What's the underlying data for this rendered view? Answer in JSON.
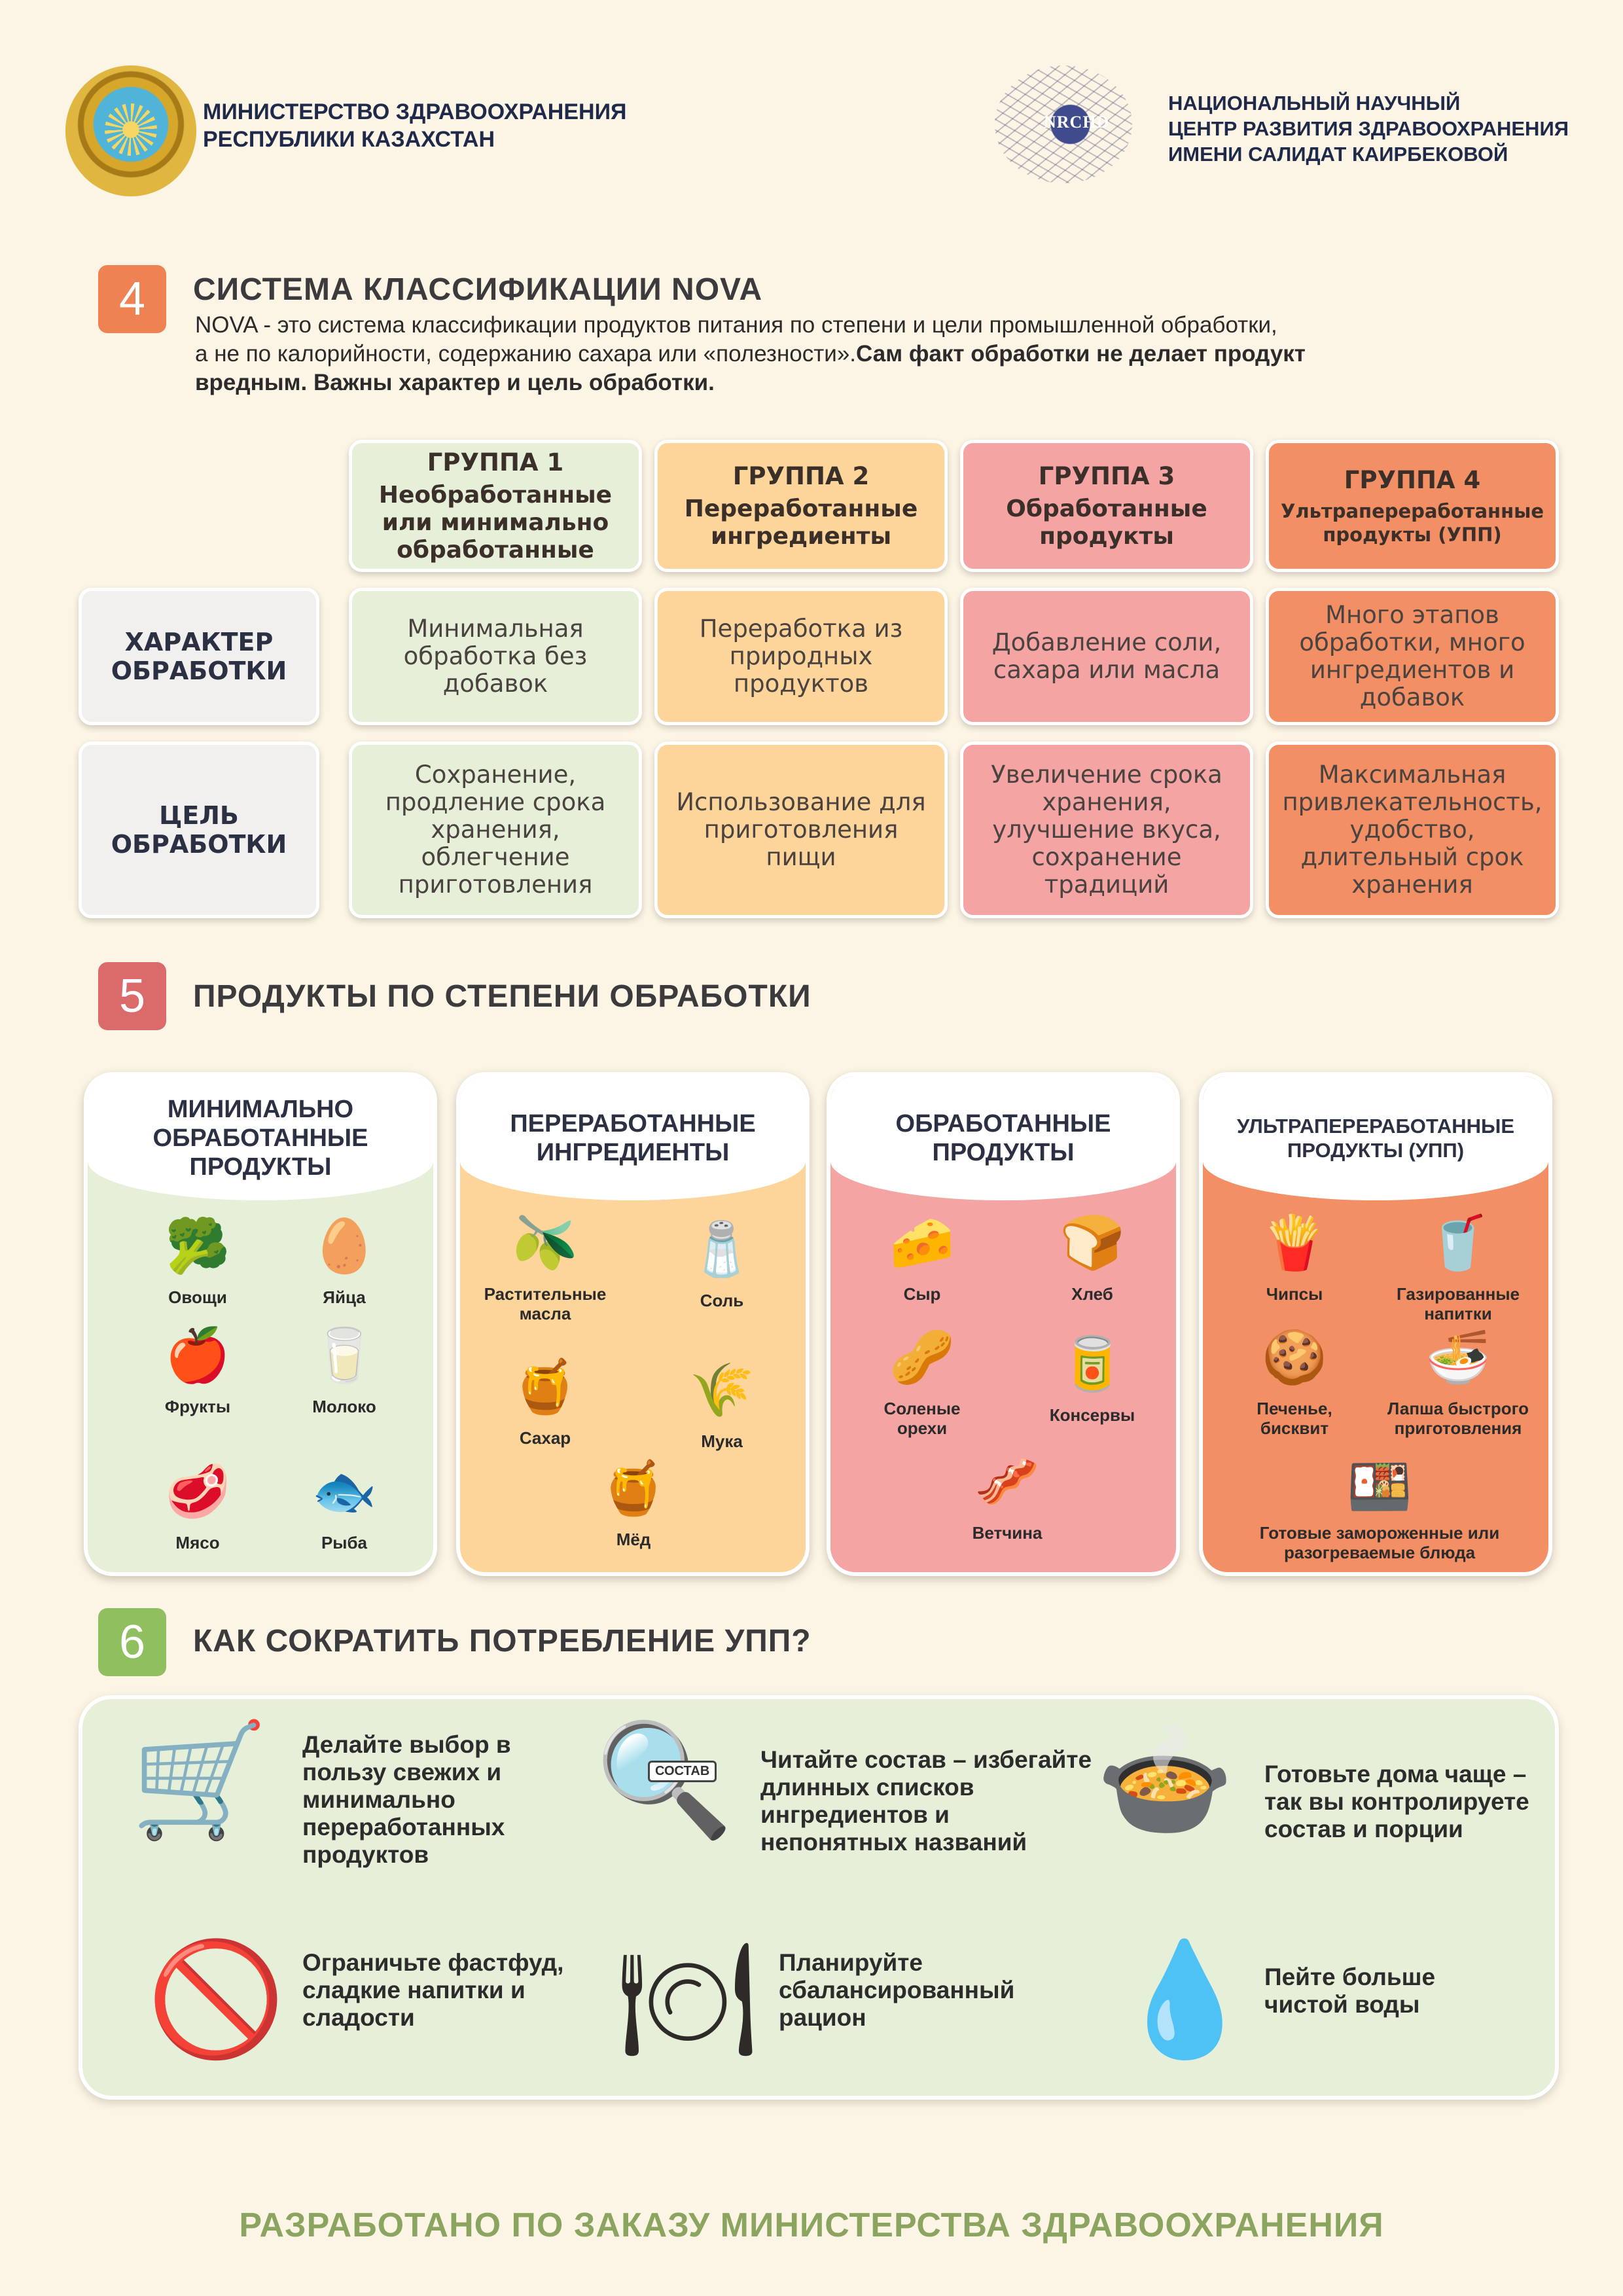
{
  "header": {
    "ministry": [
      "МИНИСТЕРСТВО ЗДРАВООХРАНЕНИЯ",
      "РЕСПУБЛИКИ КАЗАХСТАН"
    ],
    "center_logo": "NRCHD",
    "center": [
      "НАЦИОНАЛЬНЫЙ НАУЧНЫЙ",
      "ЦЕНТР РАЗВИТИЯ ЗДРАВООХРАНЕНИЯ",
      "ИМЕНИ САЛИДАТ КАИРБЕКОВОЙ"
    ]
  },
  "section4": {
    "num": "4",
    "title": "СИСТЕМА КЛАССИФИКАЦИИ NOVA",
    "intro_lines": [
      "NOVA - это система классификации продуктов питания по степени и цели промышленной обработки,",
      "а не по калорийности, содержанию сахара или «полезности»."
    ],
    "intro_bold": [
      "Сам факт обработки не делает продукт",
      "вредным. Важны характер и цель обработки."
    ],
    "rows": [
      "ХАРАКТЕР ОБРАБОТКИ",
      "ЦЕЛЬ ОБРАБОТКИ"
    ],
    "groups": [
      {
        "label": "ГРУППА 1",
        "name": "Необработанные или минимально обработанные",
        "character": "Минимальная обработка без добавок",
        "purpose": "Сохранение, продление срока хранения, облегчение приготовления"
      },
      {
        "label": "ГРУППА 2",
        "name": "Переработанные ингредиенты",
        "character": "Переработка из природных продуктов",
        "purpose": "Использование для приготовления пищи"
      },
      {
        "label": "ГРУППА 3",
        "name": "Обработанные продукты",
        "character": "Добавление соли, сахара или масла",
        "purpose": "Увеличение срока хранения, улучшение вкуса, сохранение традиций"
      },
      {
        "label": "ГРУППА 4",
        "name": "Ультрапереработанные продукты (УПП)",
        "character": "Много этапов обработки, много ингредиентов и добавок",
        "purpose": "Максимальная привлекательность, удобство, длительный срок хранения"
      }
    ]
  },
  "section5": {
    "num": "5",
    "title": "ПРОДУКТЫ ПО СТЕПЕНИ ОБРАБОТКИ",
    "cards": [
      {
        "title": "МИНИМАЛЬНО ОБРАБОТАННЫЕ ПРОДУКТЫ",
        "items": [
          "Овощи",
          "Яйца",
          "Фрукты",
          "Молоко",
          "Мясо",
          "Рыба"
        ]
      },
      {
        "title": "ПЕРЕРАБОТАННЫЕ ИНГРЕДИЕНТЫ",
        "items": [
          "Растительные масла",
          "Соль",
          "Сахар",
          "Мука",
          "Мёд"
        ]
      },
      {
        "title": "ОБРАБОТАННЫЕ ПРОДУКТЫ",
        "items": [
          "Сыр",
          "Хлеб",
          "Соленые орехи",
          "Консервы",
          "Ветчина"
        ]
      },
      {
        "title": "УЛЬТРАПЕРЕРАБОТАННЫЕ ПРОДУКТЫ (УПП)",
        "items": [
          "Чипсы",
          "Газированные напитки",
          "Печенье, бисквит",
          "Лапша быстрого приготовления",
          "Готовые замороженные или разогреваемые блюда"
        ]
      }
    ],
    "icons": {
      "c1": [
        "🥦",
        "🥚",
        "🍎",
        "🥛",
        "🥩",
        "🐟"
      ],
      "c2": [
        "🫒",
        "🧂",
        "🍯",
        "🌾",
        "🍯"
      ],
      "c3": [
        "🧀",
        "🍞",
        "🥜",
        "🥫",
        "🥓"
      ],
      "c4": [
        "🍟",
        "🥤",
        "🍪",
        "🍜",
        "🍱"
      ]
    }
  },
  "section6": {
    "num": "6",
    "title": "КАК СОКРАТИТЬ ПОТРЕБЛЕНИЕ УПП?",
    "tips": [
      {
        "icon": "🛒",
        "text": "Делайте выбор в пользу свежих и минимально переработанных продуктов"
      },
      {
        "icon": "🔍",
        "text": "Читайте состав – избегайте длинных списков ингредиентов и непонятных названий",
        "badge": "СОСТАВ"
      },
      {
        "icon": "🍲",
        "text": "Готовьте дома чаще – так вы контролируете состав и порции"
      },
      {
        "icon": "🚫",
        "text": "Ограничьте фастфуд, сладкие напитки и сладости"
      },
      {
        "icon": "🍽",
        "text": "Планируйте сбалансированный рацион"
      },
      {
        "icon": "💧",
        "text": "Пейте больше чистой воды"
      }
    ]
  },
  "footer": "РАЗРАБОТАНО ПО ЗАКАЗУ МИНИСТЕРСТВА ЗДРАВООХРАНЕНИЯ",
  "colors": {
    "g1": "#e6efd8",
    "g2": "#fdd49a",
    "g3": "#f5a4a4",
    "g4": "#f28f64",
    "badge4": "#ef8253",
    "badge5": "#db6b6b",
    "badge6": "#8fbf5e"
  }
}
